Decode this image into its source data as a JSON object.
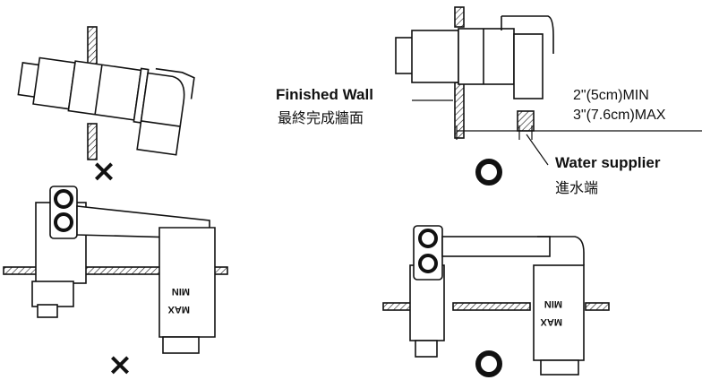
{
  "labels": {
    "finished_wall_en": "Finished Wall",
    "finished_wall_zh": "最終完成牆面",
    "min_distance": "2\"(5cm)MIN",
    "max_distance": "3\"(7.6cm)MAX",
    "water_supplier_en": "Water supplier",
    "water_supplier_zh": "進水端"
  },
  "marks": {
    "incorrect": "×",
    "correct": "○"
  },
  "valve_body_text": {
    "min": "MIN",
    "max": "MAX"
  },
  "colors": {
    "line": "#111111",
    "hatch": "#111111",
    "background": "#ffffff"
  }
}
